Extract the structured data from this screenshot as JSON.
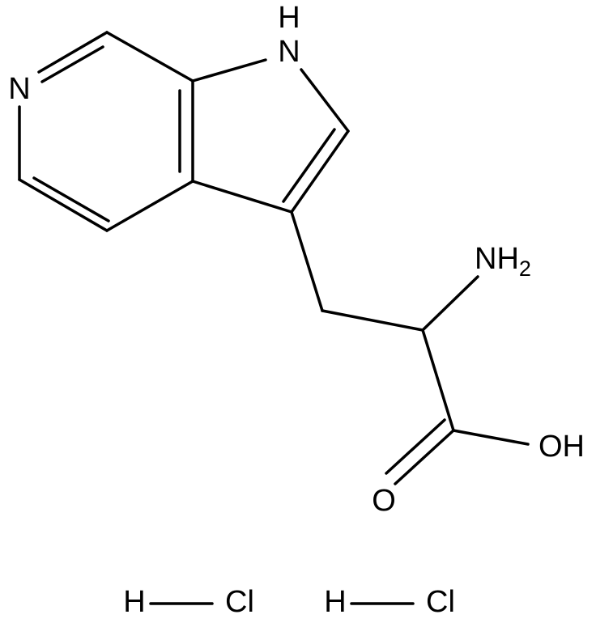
{
  "structure": {
    "colors": {
      "bond": "#000000",
      "atom": "#000000",
      "background": "#ffffff"
    },
    "atoms": {
      "pyridine_n": "N",
      "indole_nh_n": "N",
      "indole_nh_h": "H",
      "amine_nh": "NH",
      "amine_sub": "2",
      "carbonyl_o": "O",
      "hydroxyl": "OH"
    },
    "salts": [
      {
        "h": "H",
        "cl": "Cl"
      },
      {
        "h": "H",
        "cl": "Cl"
      }
    ]
  }
}
